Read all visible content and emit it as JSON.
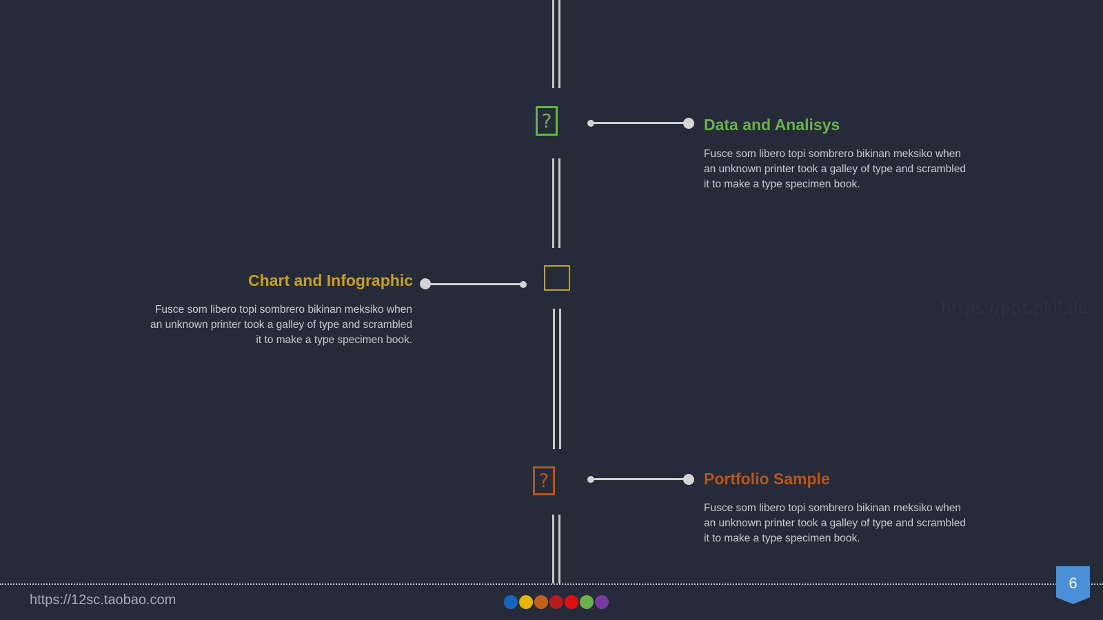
{
  "colors": {
    "background": "#252b38",
    "green": "#6ab04c",
    "gold": "#c8a020",
    "orange": "#b5561c",
    "rail": "#c8c8c8",
    "page_badge": "#4a90d9"
  },
  "items": [
    {
      "title": "Data and Analisys",
      "body": "Fusce som libero topi sombrero bikinan meksiko when an unknown printer took a galley of type and scrambled it to make a type specimen book.",
      "icon": "document-question-icon",
      "color": "#6ab04c",
      "side": "right"
    },
    {
      "title": "Chart and Infographic",
      "body": "Fusce som libero topi sombrero bikinan meksiko when an unknown printer took a galley of type and scrambled it to make a type specimen book.",
      "icon": "square-icon",
      "color": "#c8a020",
      "side": "left"
    },
    {
      "title": "Portfolio Sample",
      "body": "Fusce som libero topi sombrero bikinan meksiko when an unknown printer took a galley of type and scrambled it to make a type specimen book.",
      "icon": "document-question-icon",
      "color": "#b5561c",
      "side": "right"
    }
  ],
  "icons": {
    "question_glyph": "?"
  },
  "footer": {
    "url": "https://12sc.taobao.com",
    "page_number": "6",
    "dot_colors": [
      "#1565c0",
      "#e6b800",
      "#c0601a",
      "#b71c1c",
      "#e01010",
      "#6ab04c",
      "#7a3aa0"
    ]
  },
  "watermark": "https://ppt.pkll.de"
}
